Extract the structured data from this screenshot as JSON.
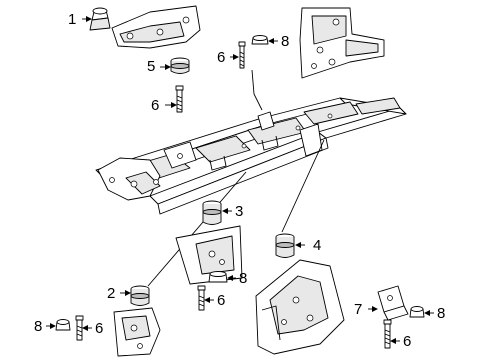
{
  "callouts": [
    {
      "id": "c1",
      "label": "1"
    },
    {
      "id": "c2",
      "label": "2"
    },
    {
      "id": "c3",
      "label": "3"
    },
    {
      "id": "c4",
      "label": "4"
    },
    {
      "id": "c5",
      "label": "5"
    },
    {
      "id": "c6a",
      "label": "6"
    },
    {
      "id": "c6b",
      "label": "6"
    },
    {
      "id": "c6c",
      "label": "6"
    },
    {
      "id": "c6d",
      "label": "6"
    },
    {
      "id": "c6e",
      "label": "6"
    },
    {
      "id": "c7",
      "label": "7"
    },
    {
      "id": "c8a",
      "label": "8"
    },
    {
      "id": "c8b",
      "label": "8"
    },
    {
      "id": "c8c",
      "label": "8"
    },
    {
      "id": "c8d",
      "label": "8"
    }
  ]
}
